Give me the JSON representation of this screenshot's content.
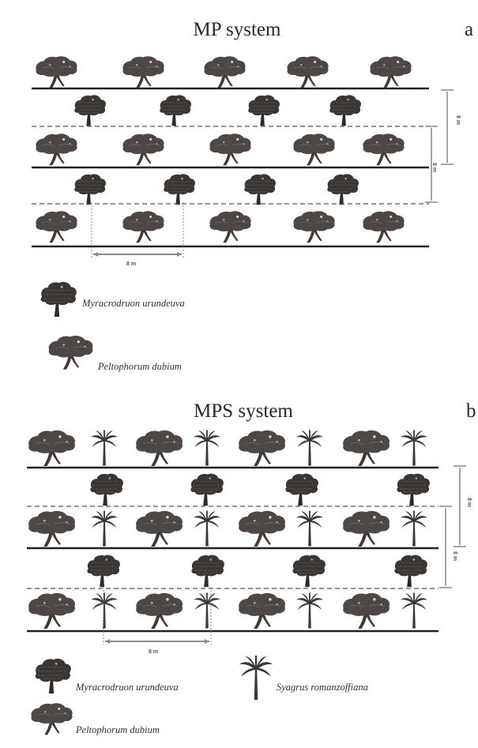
{
  "panel_a": {
    "title": "MP system",
    "letter": "a",
    "spacing_horizontal": "8 m",
    "spacing_vertical_1": "8 m",
    "spacing_vertical_2": "8 m",
    "legend": [
      {
        "species": "Myracrodruon urundeuva",
        "icon": "myracrodruon-tree-icon"
      },
      {
        "species": "Peltophorum dubium",
        "icon": "peltophorum-tree-icon"
      }
    ]
  },
  "panel_b": {
    "title": "MPS system",
    "letter": "b",
    "spacing_horizontal": "8 m",
    "spacing_vertical_1": "8 m",
    "spacing_vertical_2": "8 m",
    "legend": [
      {
        "species": "Myracrodruon urundeuva",
        "icon": "myracrodruon-tree-icon"
      },
      {
        "species": "Syagrus romanzoffiana",
        "icon": "syagrus-palm-icon"
      },
      {
        "species": "Peltophorum dubium",
        "icon": "peltophorum-tree-icon"
      }
    ]
  },
  "colors": {
    "tree": "#4a4644",
    "ground_line": "#222222",
    "dashed_line": "#555555",
    "dimension": "#888888"
  }
}
